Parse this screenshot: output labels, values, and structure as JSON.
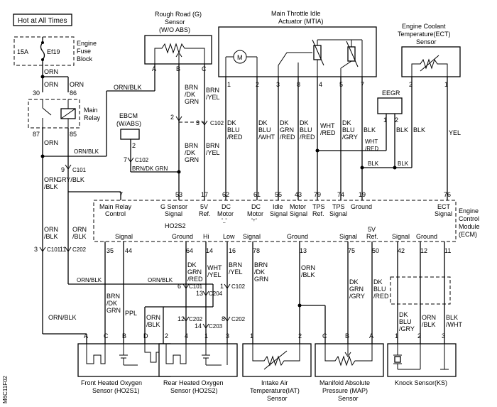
{
  "header": {
    "hot_label": "Hot at All Times"
  },
  "fuse": {
    "rating": "15A",
    "id": "Ef19",
    "block_l1": "Engine",
    "block_l2": "Fuse",
    "block_l3": "Block"
  },
  "relay": {
    "name_l1": "Main",
    "name_l2": "Relay",
    "pins": [
      "30",
      "86",
      "87",
      "85"
    ]
  },
  "rough_road": {
    "l1": "Rough Road (G)",
    "l2": "Sensor",
    "l3": "(W/O ABS)",
    "pins": [
      "A",
      "B",
      "C"
    ]
  },
  "mtia": {
    "l1": "Main Throttle Idle",
    "l2": "Actuator (MTIA)",
    "pins": [
      "1",
      "2",
      "3",
      "8",
      "4",
      "5",
      "7"
    ]
  },
  "ect": {
    "l1": "Engine Coolant",
    "l2": "Temperature(ECT)",
    "l3": "Sensor",
    "pins": [
      "2",
      "1"
    ]
  },
  "eegr": {
    "name": "EEGR",
    "pins": [
      "1",
      "2"
    ]
  },
  "ebcm": {
    "l1": "EBCM",
    "l2": "(W/ABS)",
    "pin": "2",
    "conn_pin": "7",
    "conn": "C102"
  },
  "wires": {
    "orn": "ORN",
    "orn_blk": "ORN/BLK",
    "gry_blk": "GRY/BLK",
    "brn_dk_grn": "BRN/DK GRN",
    "brn_dk_grn_v": [
      "BRN",
      "/DK",
      "GRN"
    ],
    "brn_yel_v": [
      "BRN",
      "/YEL"
    ],
    "dk_blu_red": [
      "DK",
      "BLU",
      "/RED"
    ],
    "dk_blu_wht": [
      "DK",
      "BLU",
      "/WHT"
    ],
    "dk_grn_red": [
      "DK",
      "GRN",
      "/RED"
    ],
    "wht_red": [
      "WHT",
      "/RED"
    ],
    "dk_blu_gry": [
      "DK",
      "BLU",
      "/GRY"
    ],
    "blk": "BLK",
    "yel": "YEL",
    "orn_blk_v": [
      "ORN",
      "/BLK"
    ],
    "ppl": "PPL",
    "dk_grn_red_v": [
      "DK",
      "GRN",
      "/RED"
    ],
    "wht_yel": [
      "WHT",
      "/YEL"
    ],
    "brn_dk_grn_v2": [
      "BRN",
      "/DK",
      "GRN"
    ],
    "dk_grn_gry": [
      "DK",
      "GRN",
      "/GRY"
    ],
    "dk_blu_red2": [
      "DK",
      "BLU",
      "/RED"
    ],
    "dk_blu_gry2": [
      "DK",
      "BLU",
      "/GRY"
    ],
    "blk_wht": [
      "BLK",
      "/WHT"
    ]
  },
  "connectors": {
    "c101": "C101",
    "c102": "C102",
    "c202": "C202",
    "c203": "C203",
    "c204": "C204",
    "c101_pin_top": "9",
    "c101_pin_left": "3",
    "c202_pin_left": "11",
    "c102_pin_rr": "3",
    "c102_pin_rr_l": "2",
    "c101_ho2s2": "6",
    "c204_ho2s2": "13",
    "c102_ho2s2": "1",
    "c202_ho2s2": "12",
    "c203_ho2s2": "14",
    "c202_iat": "8"
  },
  "ecm": {
    "l1": "Engine",
    "l2": "Control",
    "l3": "Module",
    "l4": "(ECM)",
    "top_pins": [
      "7",
      "53",
      "17",
      "62",
      "61",
      "55",
      "43",
      "79",
      "74",
      "19",
      "76"
    ],
    "top_labels": [
      [
        "Main Relay",
        "Control"
      ],
      [
        "G Sensor",
        "Signal"
      ],
      [
        "5V",
        "Ref."
      ],
      [
        "DC",
        "Motor"
      ],
      [
        "DC",
        "Motor"
      ],
      [
        "Idle",
        "Signal"
      ],
      [
        "Motor",
        "Signal"
      ],
      [
        "TPS",
        "Ref."
      ],
      [
        "TPS",
        "Signal"
      ],
      [
        "Ground",
        ""
      ],
      [
        "ECT",
        "Signal"
      ]
    ],
    "motor_sub": [
      "\"_\"",
      "\"+\""
    ],
    "ho2s2": "HO2S2",
    "bot_pins": [
      "35",
      "44",
      "64",
      "14",
      "16",
      "78",
      "13",
      "75",
      "50",
      "42",
      "12",
      "11"
    ],
    "bot_labels": [
      "Signal",
      "Ground",
      "Hi",
      "Low",
      "Signal",
      "Ground",
      "Signal",
      "5V",
      "Ref.",
      "Signal",
      "Ground"
    ]
  },
  "sensors": {
    "ho2s1": {
      "l1": "Front Heated Oxygen",
      "l2": "Sensor (HO2S1)",
      "pins": [
        "A",
        "C",
        "B",
        "D"
      ]
    },
    "ho2s2": {
      "l1": "Rear Heated Oxygen",
      "l2": "Sensor (HO2S2)",
      "pins": [
        "2",
        "4",
        "1",
        "3"
      ]
    },
    "iat": {
      "l1": "Intake Air",
      "l2": "Temperature(IAT)",
      "l3": "Sensor",
      "pins": [
        "1",
        "2"
      ]
    },
    "map": {
      "l1": "Manifold Absolute",
      "l2": "Pressure (MAP)",
      "l3": "Sensor",
      "pins": [
        "C",
        "B",
        "A"
      ]
    },
    "ks": {
      "l1": "Knock Sensor(KS)",
      "pins": [
        "1",
        "2",
        "3"
      ]
    }
  },
  "footer": {
    "code": "M6C11F02"
  }
}
